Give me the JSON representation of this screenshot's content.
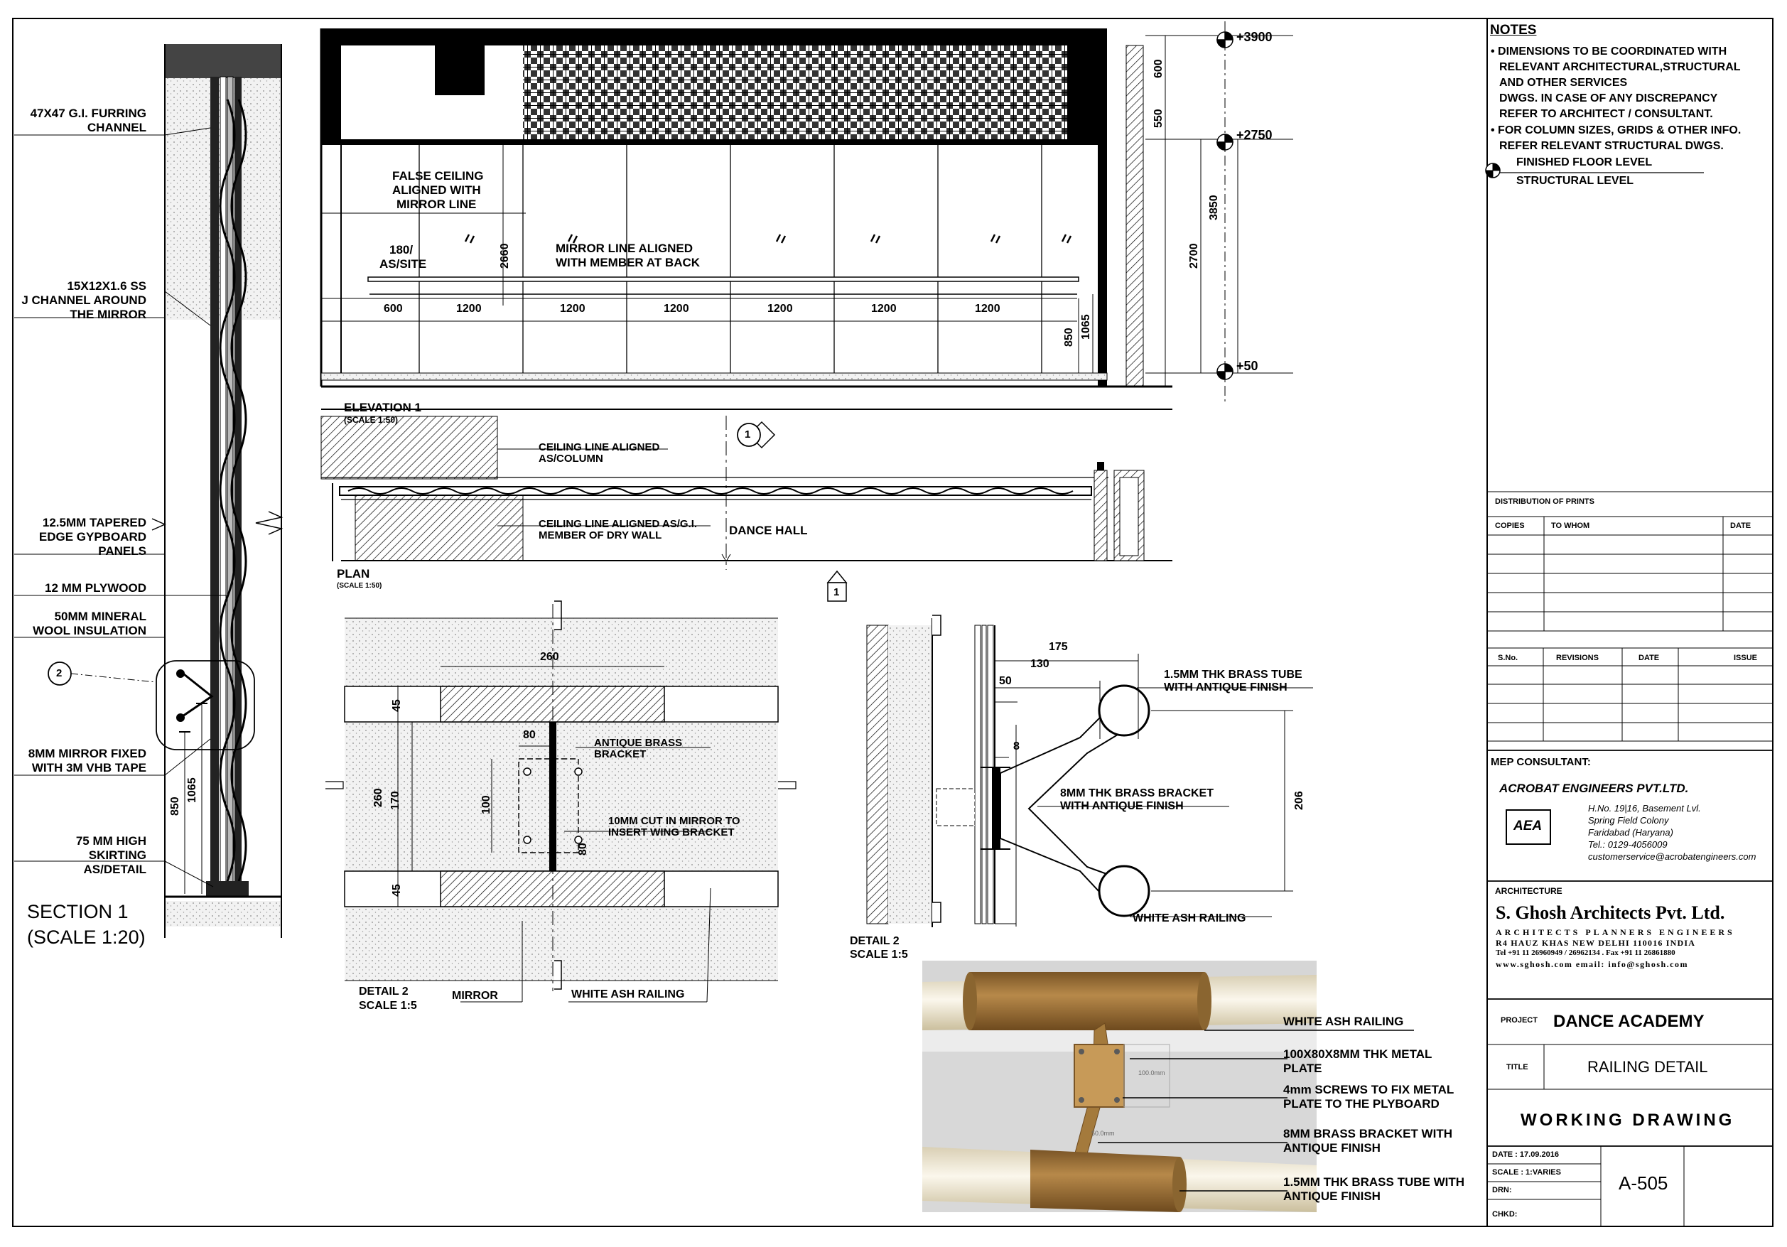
{
  "notes": {
    "heading": "NOTES",
    "items": [
      "DIMENSIONS TO BE COORDINATED WITH",
      "RELEVANT ARCHITECTURAL,STRUCTURAL",
      "AND OTHER SERVICES",
      "DWGS. IN CASE OF ANY DISCREPANCY",
      "REFER TO ARCHITECT / CONSULTANT.",
      "FOR COLUMN SIZES, GRIDS & OTHER INFO.",
      "REFER RELEVANT STRUCTURAL DWGS."
    ],
    "legend_finished": "FINISHED FLOOR LEVEL",
    "legend_structural": "STRUCTURAL LEVEL"
  },
  "distribution": {
    "heading": "DISTRIBUTION OF PRINTS",
    "columns": [
      "COPIES",
      "TO WHOM",
      "DATE"
    ]
  },
  "revisions": {
    "columns": [
      "S.No.",
      "REVISIONS",
      "DATE",
      "ISSUE"
    ]
  },
  "mep": {
    "heading": "MEP CONSULTANT:",
    "company": "ACROBAT ENGINEERS PVT.LTD.",
    "logo": "AEA",
    "address": [
      "H.No. 19|16, Basement Lvl.",
      "Spring Field Colony",
      "Faridabad (Haryana)",
      "Tel.: 0129-4056009",
      "customerservice@acrobatengineers.com"
    ]
  },
  "architecture": {
    "heading": "ARCHITECTURE",
    "firm": "S. Ghosh Architects Pvt. Ltd.",
    "tagline": "ARCHITECTS PLANNERS ENGINEERS",
    "address": "R4 HAUZ KHAS NEW DELHI 110016 INDIA",
    "phone": "Tel +91 11 26960949 / 26962134 . Fax +91 11 26861880",
    "web": "www.sghosh.com   email: info@sghosh.com"
  },
  "project": {
    "label": "PROJECT",
    "value": "DANCE ACADEMY"
  },
  "title": {
    "label": "TITLE",
    "value": "RAILING DETAIL"
  },
  "status": "WORKING DRAWING",
  "meta": {
    "date": "DATE : 17.09.2016",
    "scale": "SCALE : 1:VARIES",
    "drn": "DRN:",
    "chkd": "CHKD:",
    "sheet_no": "A-505"
  },
  "section": {
    "labels": [
      "47X47 G.I. FURRING",
      "CHANNEL",
      "15X12X1.6 SS",
      "J CHANNEL AROUND",
      "THE MIRROR",
      "12.5MM TAPERED",
      "EDGE GYPBOARD",
      "PANELS",
      "12 MM PLYWOOD",
      "50MM MINERAL",
      "WOOL INSULATION",
      "8MM MIRROR FIXED",
      "WITH 3M VHB TAPE",
      "75 MM HIGH",
      "SKIRTING",
      "AS/DETAIL"
    ],
    "dims": [
      "850",
      "1065"
    ],
    "marker": "2",
    "title": "SECTION  1",
    "scale": "(SCALE 1:20)"
  },
  "elevation": {
    "title": "ELEVATION 1",
    "scale": "(SCALE 1:50)",
    "labels": [
      "FALSE CEILING",
      "ALIGNED WITH",
      "MIRROR LINE",
      "180/",
      "AS/SITE",
      "MIRROR LINE ALIGNED",
      "WITH MEMBER AT BACK"
    ],
    "dims_horizontal": [
      "600",
      "1200",
      "1200",
      "1200",
      "1200",
      "1200",
      "1200"
    ],
    "dims_vertical": [
      "2660",
      "850",
      "1065",
      "600",
      "550",
      "3850",
      "2700"
    ],
    "levels": [
      "+3900",
      "+2750",
      "+50"
    ],
    "marker": "1"
  },
  "plan": {
    "title": "PLAN",
    "scale": "(SCALE 1:50)",
    "labels": [
      "CEILING LINE ALIGNED",
      "AS/COLUMN",
      "CEILING LINE ALIGNED AS/G.I.",
      "MEMBER OF DRY WALL",
      "DANCE HALL"
    ],
    "marker": "1"
  },
  "detail_front": {
    "dims": [
      "260",
      "45",
      "260",
      "170",
      "45",
      "80",
      "100",
      "80"
    ],
    "labels": [
      "ANTIQUE BRASS",
      "BRACKET",
      "10MM CUT IN MIRROR TO",
      "INSERT WING BRACKET",
      "MIRROR",
      "WHITE ASH RAILING"
    ],
    "title": "DETAIL 2",
    "scale": "SCALE 1:5"
  },
  "detail_side": {
    "dims": [
      "175",
      "130",
      "50",
      "8",
      "206"
    ],
    "labels": [
      "1.5MM THK BRASS TUBE",
      "WITH ANTIQUE FINISH",
      "8MM THK BRASS BRACKET",
      "WITH ANTIQUE FINISH",
      "WHITE ASH RAILING"
    ],
    "title": "DETAIL 2",
    "scale": "SCALE 1:5"
  },
  "render3d": {
    "labels": [
      "WHITE ASH RAILING",
      "100X80X8MM THK METAL",
      "PLATE",
      "4mm SCREWS TO FIX METAL",
      "PLATE TO THE PLYBOARD",
      "8MM BRASS BRACKET WITH",
      "ANTIQUE FINISH",
      "1.5MM THK BRASS TUBE WITH",
      "ANTIQUE FINISH"
    ],
    "dim_plate": "100.0mm",
    "dim_bracket": "50.0mm"
  },
  "colors": {
    "line": "#000000",
    "brass": "#a47a3c",
    "ash": "#efe8d3",
    "wall": "#d6d6d6"
  }
}
